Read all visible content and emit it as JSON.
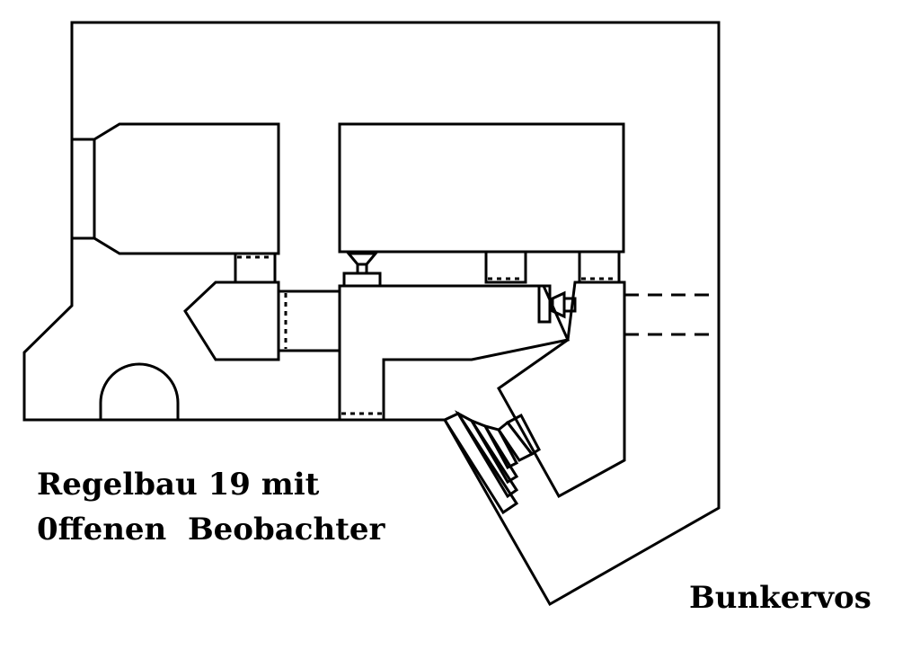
{
  "diagram": {
    "title_line_1": "Regelbau 19 mit",
    "title_line_2": "0ffenen  Beobachter",
    "credit": "Bunkervos",
    "ink_color": "#000000",
    "paper_color": "#ffffff"
  }
}
